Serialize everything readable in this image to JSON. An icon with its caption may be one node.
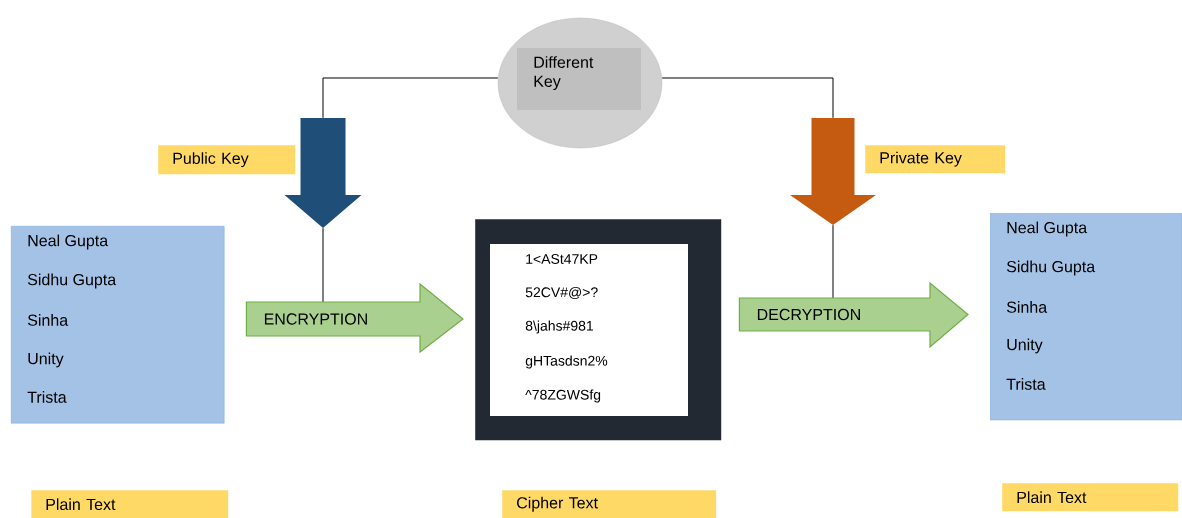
{
  "diagram": {
    "nodes": [
      {
        "text": [
          "Different Key"
        ]
      },
      {
        "text": [
          "Public Key"
        ]
      },
      {
        "text": [
          "Private Key"
        ]
      },
      {
        "text": [],
        "shape": "arrow"
      },
      {
        "text": [],
        "shape": "arrow"
      },
      {
        "text": [
          "Neal Gupta",
          "Sidhu Gupta",
          "Sinha",
          "Unity",
          "Trista"
        ]
      },
      {
        "text": [
          "1<ASt47KP",
          "52CV#@>?",
          "8\\jahs#981",
          "gHTasdsn2%",
          "^78ZGWSfg"
        ]
      },
      {
        "text": [
          "Neal Gupta",
          "Sidhu Gupta",
          "Sinha",
          "Unity",
          "Trista"
        ]
      },
      {
        "text": [
          "Plain Text"
        ]
      },
      {
        "text": [
          "Cipher Text"
        ]
      },
      {
        "text": [
          "Plain Text"
        ]
      }
    ],
    "edges": [
      {
        "from": 0,
        "to": 3,
        "arrow": "none"
      },
      {
        "from": 3,
        "to": null,
        "arrow": "none"
      },
      {
        "from": 0,
        "to": 4,
        "arrow": "none"
      },
      {
        "from": 4,
        "to": null,
        "arrow": "none"
      },
      {
        "from": 5,
        "to": 6,
        "arrow": "to",
        "label": "ENCRYPTION"
      },
      {
        "from": 6,
        "to": 7,
        "arrow": "to",
        "label": "DECRYPTION"
      }
    ]
  }
}
